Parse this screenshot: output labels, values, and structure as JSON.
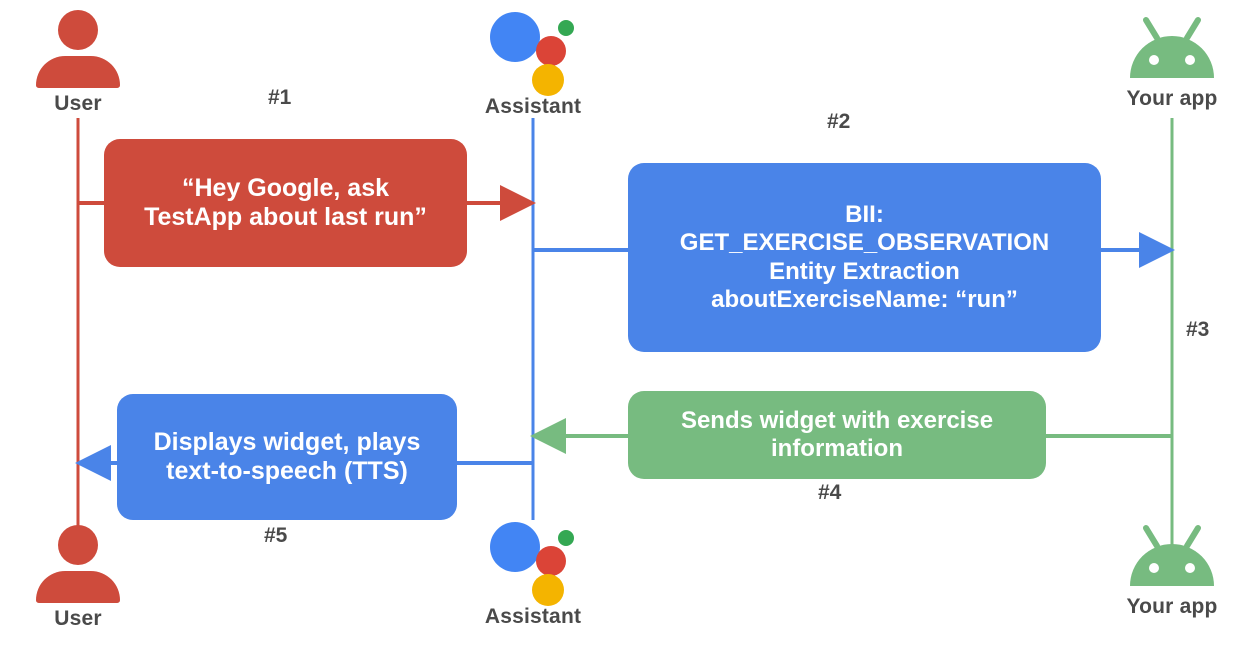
{
  "diagram": {
    "title": "Google Assistant App Action sequence",
    "background": "#ffffff",
    "colors": {
      "user_red": "#CE4B3C",
      "assistant_blue": "#4A84E8",
      "app_green": "#77BB80",
      "label_gray": "#4a4a4a",
      "google_blue": "#4285F4",
      "google_red": "#DB4437",
      "google_green": "#34A853",
      "google_yellow": "#F4B400"
    }
  },
  "actors": {
    "top": [
      {
        "id": "user",
        "label": "User",
        "icon": "person-icon",
        "color": "#CE4B3C"
      },
      {
        "id": "assistant",
        "label": "Assistant",
        "icon": "google-assistant-icon",
        "color": "#4A84E8"
      },
      {
        "id": "app",
        "label": "Your app",
        "icon": "android-robot-icon",
        "color": "#77BB80"
      }
    ],
    "bottom": [
      {
        "id": "user",
        "label": "User",
        "icon": "person-icon",
        "color": "#CE4B3C"
      },
      {
        "id": "assistant",
        "label": "Assistant",
        "icon": "google-assistant-icon",
        "color": "#4A84E8"
      },
      {
        "id": "app",
        "label": "Your app",
        "icon": "android-robot-icon",
        "color": "#77BB80"
      }
    ]
  },
  "steps": [
    {
      "number": "#1",
      "color": "#CE4B3C"
    },
    {
      "number": "#2",
      "color": "#4A84E8"
    },
    {
      "number": "#3",
      "color": "#77BB80"
    },
    {
      "number": "#4",
      "color": "#77BB80"
    },
    {
      "number": "#5",
      "color": "#4A84E8"
    }
  ],
  "messages": {
    "step1": {
      "step": "#1",
      "from": "user",
      "to": "assistant",
      "color": "#CE4B3C",
      "lines": [
        "“Hey Google, ask",
        "TestApp about last run”"
      ]
    },
    "step2": {
      "step": "#2",
      "from": "assistant",
      "to": "app",
      "color": "#4A84E8",
      "lines": [
        "BII:",
        "GET_EXERCISE_OBSERVATION",
        "Entity Extraction",
        "aboutExerciseName: “run”"
      ]
    },
    "step4": {
      "step": "#4",
      "from": "app",
      "to": "assistant",
      "color": "#77BB80",
      "lines": [
        "Sends widget with exercise",
        "information"
      ]
    },
    "step5": {
      "step": "#5",
      "from": "assistant",
      "to": "user",
      "color": "#4A84E8",
      "lines": [
        "Displays widget, plays",
        "text-to-speech (TTS)"
      ]
    }
  }
}
